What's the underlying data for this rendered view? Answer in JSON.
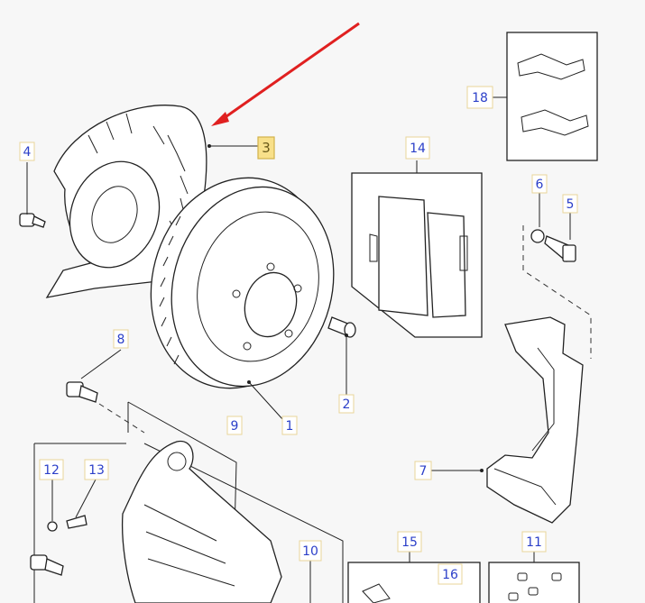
{
  "callouts": {
    "c1": "1",
    "c2": "2",
    "c3": "3",
    "c4": "4",
    "c5": "5",
    "c6": "6",
    "c7": "7",
    "c8": "8",
    "c9": "9",
    "c10": "10",
    "c11": "11",
    "c12": "12",
    "c13": "13",
    "c14": "14",
    "c15": "15",
    "c16": "16",
    "c18": "18"
  },
  "highlighted_callout": "3",
  "colors": {
    "callout_text": "#2b3fc9",
    "highlight_fill": "#f8e08a",
    "arrow": "#e02020"
  }
}
